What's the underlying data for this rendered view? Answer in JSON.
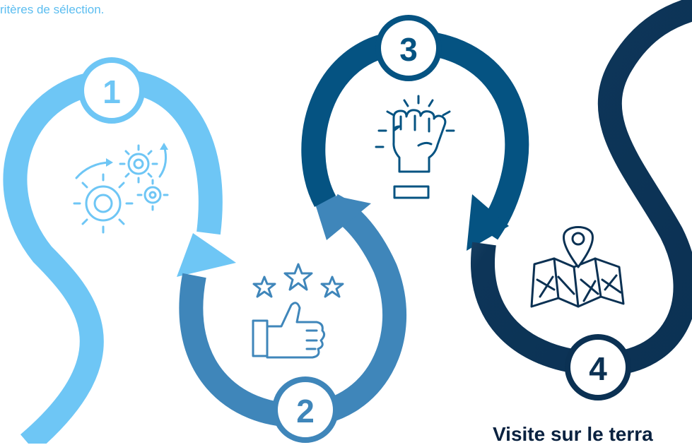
{
  "header_text": "ritères de sélection.",
  "bottom_title": "Visite sur le terra",
  "steps": [
    {
      "number": "1",
      "icon": "gears-icon",
      "color": "#6ec6f5"
    },
    {
      "number": "2",
      "icon": "thumbs-up-stars-icon",
      "color": "#3f86ba"
    },
    {
      "number": "3",
      "icon": "raised-fist-icon",
      "color": "#055382"
    },
    {
      "number": "4",
      "icon": "map-pin-icon",
      "color": "#0b3153"
    }
  ]
}
